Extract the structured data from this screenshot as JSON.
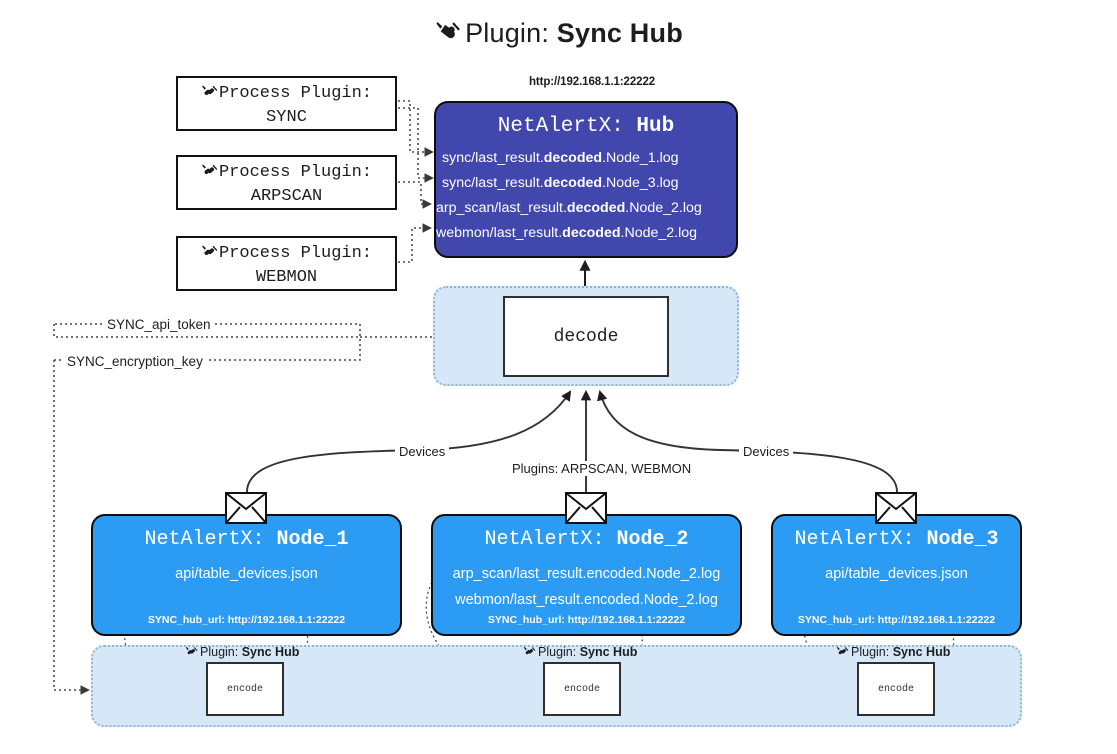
{
  "title": {
    "icon": "plug-icon",
    "prefix": "Plugin: ",
    "name": "Sync Hub"
  },
  "process_plugins": [
    {
      "icon": "plug-icon",
      "line1": "Process Plugin:",
      "line2": "SYNC"
    },
    {
      "icon": "plug-icon",
      "line1": "Process Plugin:",
      "line2": "ARPSCAN"
    },
    {
      "icon": "plug-icon",
      "line1": "Process Plugin:",
      "line2": "WEBMON"
    }
  ],
  "hub": {
    "url": "http://192.168.1.1:22222",
    "title_prefix": "NetAlertX: ",
    "title_name": "Hub",
    "color": "#4147ac",
    "files": [
      {
        "pre": "sync/last_result.",
        "mid": "decoded",
        "post": ".Node_1.log"
      },
      {
        "pre": "sync/last_result.",
        "mid": "decoded",
        "post": ".Node_3.log"
      },
      {
        "pre": "arp_scan/last_result.",
        "mid": "decoded",
        "post": ".Node_2.log"
      },
      {
        "pre": "webmon/last_result.",
        "mid": "decoded",
        "post": ".Node_2.log"
      }
    ]
  },
  "decode": {
    "label": "decode",
    "region_color": "#d6e8f7"
  },
  "keys": {
    "api_token": "SYNC_api_token",
    "encryption_key": "SYNC_encryption_key"
  },
  "edge_labels": {
    "devices_left": "Devices",
    "devices_right": "Devices",
    "plugins_center": "Plugins: ARPSCAN, WEBMON"
  },
  "nodes": [
    {
      "title_prefix": "NetAlertX: ",
      "title_name": "Node_1",
      "color": "#2b9bf4",
      "lines": [
        "api/table_devices.json"
      ],
      "foot": "SYNC_hub_url: http://192.168.1.1:22222",
      "envelope_icon": "envelope-icon"
    },
    {
      "title_prefix": "NetAlertX: ",
      "title_name": "Node_2",
      "color": "#2b9bf4",
      "lines": [
        "arp_scan/last_result.encoded.Node_2.log",
        "webmon/last_result.encoded.Node_2.log"
      ],
      "foot": "SYNC_hub_url: http://192.168.1.1:22222",
      "envelope_icon": "envelope-icon"
    },
    {
      "title_prefix": "NetAlertX: ",
      "title_name": "Node_3",
      "color": "#2b9bf4",
      "lines": [
        "api/table_devices.json"
      ],
      "foot": "SYNC_hub_url: http://192.168.1.1:22222",
      "envelope_icon": "envelope-icon"
    }
  ],
  "encoders": [
    {
      "tag_icon": "plug-icon",
      "tag_prefix": "Plugin: ",
      "tag_name": "Sync Hub",
      "label": "encode"
    },
    {
      "tag_icon": "plug-icon",
      "tag_prefix": "Plugin: ",
      "tag_name": "Sync Hub",
      "label": "encode"
    },
    {
      "tag_icon": "plug-icon",
      "tag_prefix": "Plugin: ",
      "tag_name": "Sync Hub",
      "label": "encode"
    }
  ]
}
